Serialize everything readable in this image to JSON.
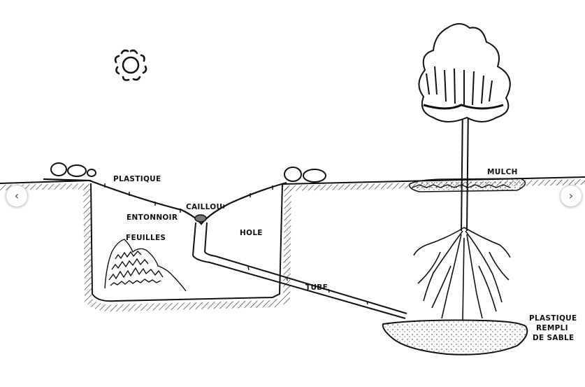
{
  "labels": {
    "plastique": "PLASTIQUE",
    "caillou": "CAILLOU",
    "entonnoir": "ENTONNOIR",
    "feuilles": "FEUILLES",
    "hole": "HOLE",
    "tube": "TUBE",
    "mulch": "MULCH",
    "plastique_rempli_1": "PLASTIQUE",
    "plastique_rempli_2": "REMPLI",
    "plastique_rempli_3": "DE SABLE"
  },
  "carousel": {
    "prev_icon": "chevron-left-icon",
    "next_icon": "chevron-right-icon",
    "prev_glyph": "‹",
    "next_glyph": "›"
  }
}
